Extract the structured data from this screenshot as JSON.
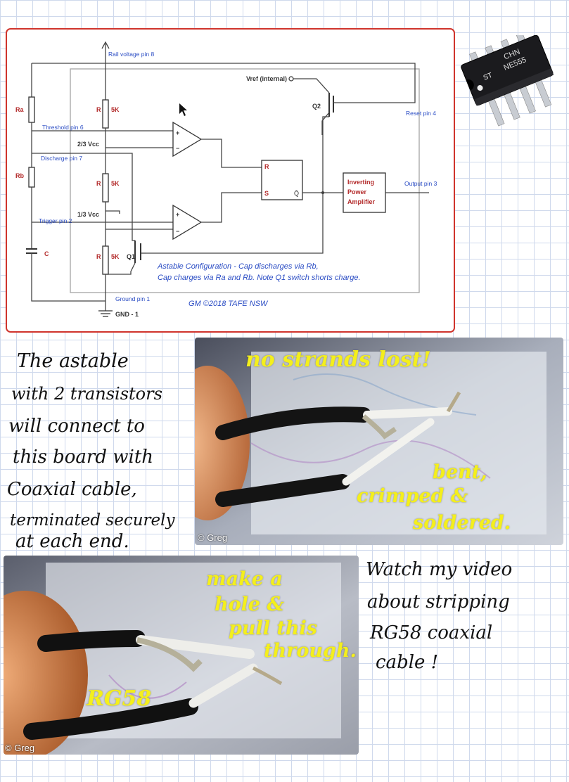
{
  "circuit": {
    "rail_label": "Rail voltage pin 8",
    "ground_label": "Ground pin 1",
    "gnd_label": "GND - 1",
    "threshold_label": "Threshold pin 6",
    "discharge_label": "Discharge pin 7",
    "trigger_label": "Trigger pin 2",
    "reset_label": "Reset pin 4",
    "output_label": "Output pin 3",
    "vref_label": "Vref (internal)",
    "two_thirds_label": "2/3 Vcc",
    "one_third_label": "1/3 Vcc",
    "ra_label": "Ra",
    "rb_label": "Rb",
    "c_label": "C",
    "r_label": "R",
    "r_value": "5K",
    "q1_label": "Q1",
    "q2_label": "Q2",
    "ff_r": "R",
    "ff_s": "S",
    "ff_q": "Q̄",
    "plus": "+",
    "minus": "−",
    "amp_line1": "Inverting",
    "amp_line2": "Power",
    "amp_line3": "Amplifier",
    "note_line1": "Astable Configuration - Cap discharges via Rb,",
    "note_line2": "Cap charges via Ra and Rb.  Note Q1 switch shorts charge.",
    "copyright": "GM ©2018 TAFE NSW"
  },
  "chip": {
    "line1": "CHN",
    "line2": "NE555",
    "logo": "ST"
  },
  "handwriting_left": [
    "The astable",
    "with 2 transistors",
    "will connect to",
    "this board with",
    "Coaxial cable,",
    "terminated securely",
    "at each end."
  ],
  "photo1": {
    "top_note": "no strands lost!",
    "note_line1": "bent,",
    "note_line2": "crimped &",
    "note_line3": "soldered.",
    "credit": "© Greg"
  },
  "photo2": {
    "note_line1": "make a",
    "note_line2": "hole &",
    "note_line3": "pull this",
    "note_line4": "through.",
    "cable_label": "RG58",
    "credit": "© Greg"
  },
  "handwriting_right": [
    "Watch my video",
    "about stripping",
    "RG58 coaxial",
    "cable !"
  ],
  "colors": {
    "frame": "#d0342c",
    "handwriting_yellow": "#f4ef1c",
    "blue_labels": "#2a4cc4",
    "red_labels": "#b32a2a"
  }
}
